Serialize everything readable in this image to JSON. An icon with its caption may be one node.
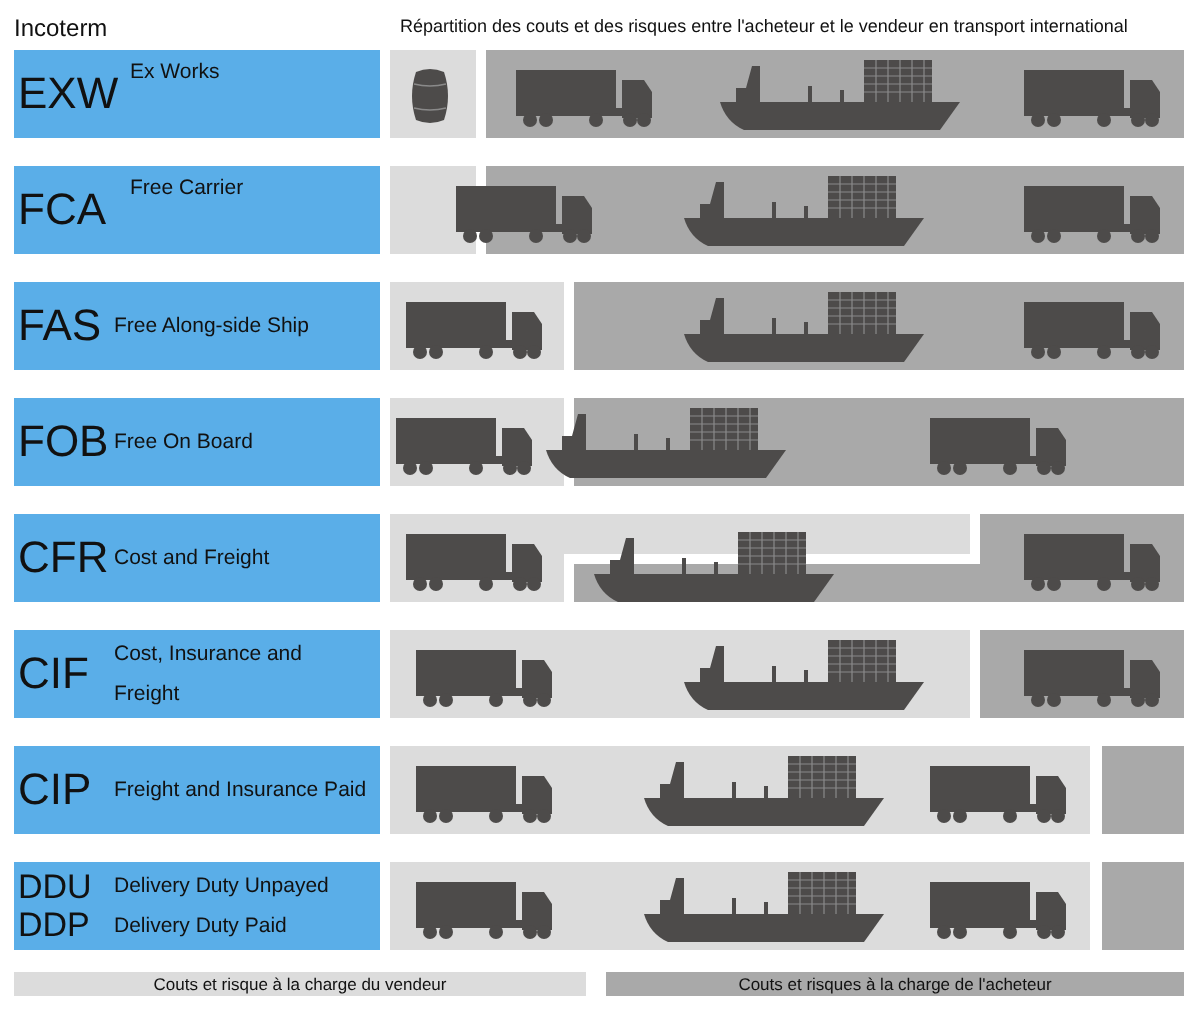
{
  "diagram": {
    "title": "Répartition des couts et des risques entre l'acheteur et le vendeur en transport international",
    "nodes": [
      {
        "text": [
          "EXW",
          "Ex Works"
        ]
      },
      {
        "text": [
          "FCA",
          "Free Carrier"
        ]
      },
      {
        "text": [
          "FAS",
          "Free Along-side Ship"
        ]
      },
      {
        "text": [
          "FOB",
          "Free On Board"
        ]
      },
      {
        "text": [
          "CFR",
          "Cost and Freight"
        ]
      },
      {
        "text": [
          "CIF",
          "Cost, Insurance and Freight"
        ]
      },
      {
        "text": [
          "CIP",
          "Freight and Insurance Paid"
        ]
      },
      {
        "text": [
          "DDU",
          "Delivery Duty Unpayed",
          "DDP",
          "Delivery Duty Paid"
        ]
      }
    ],
    "edges": [],
    "labels": [
      "Incoterm"
    ],
    "legend": [
      {
        "text": "Couts et risque à la charge du vendeur",
        "color": "#dcdcdc"
      },
      {
        "text": "Couts et risques à la charge de l'acheteur",
        "color": "#a9a9a9"
      }
    ]
  }
}
